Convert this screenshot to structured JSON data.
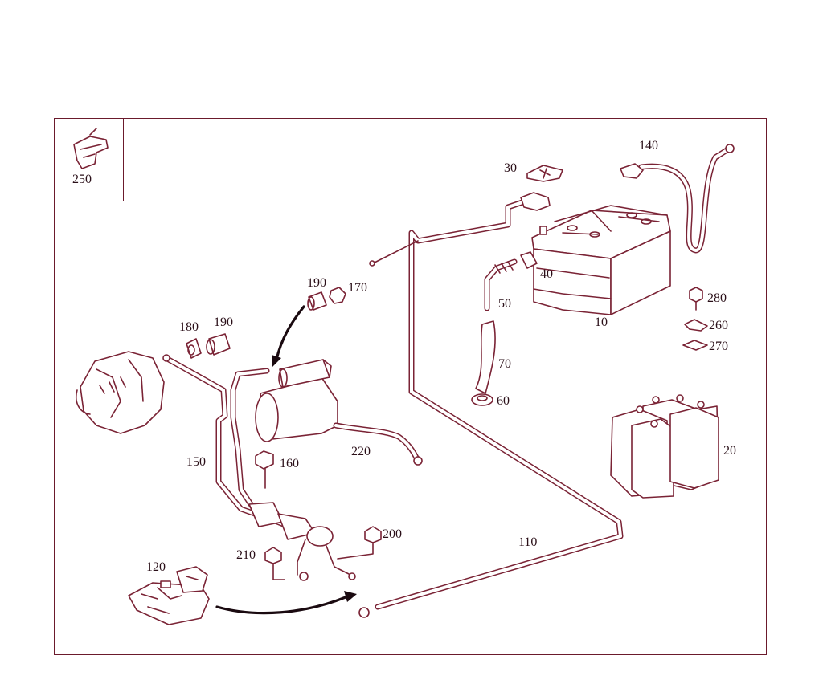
{
  "diagram": {
    "accent_color": "#7a2335",
    "callouts": {
      "c10": "10",
      "c20": "20",
      "c30": "30",
      "c40": "40",
      "c50": "50",
      "c60": "60",
      "c70": "70",
      "c110": "110",
      "c120": "120",
      "c140": "140",
      "c150": "150",
      "c160": "160",
      "c170": "170",
      "c180": "180",
      "c190a": "190",
      "c190b": "190",
      "c200": "200",
      "c210": "210",
      "c220": "220",
      "c250": "250",
      "c260": "260",
      "c270": "270",
      "c280": "280"
    }
  }
}
